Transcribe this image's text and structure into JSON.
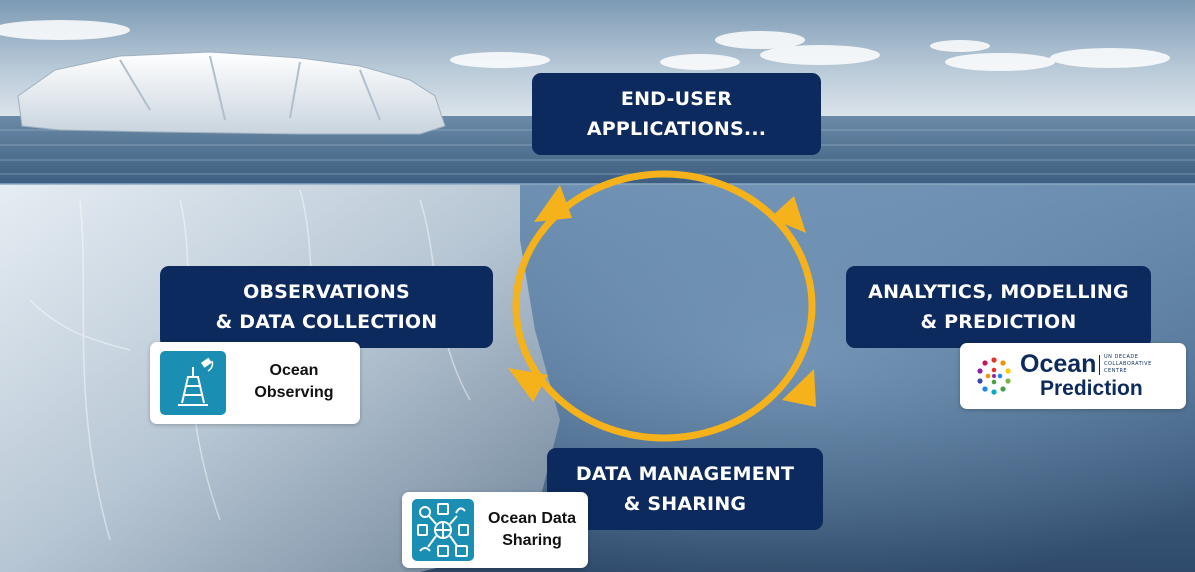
{
  "boxes": {
    "end_user": {
      "line1": "END-USER",
      "line2": "APPLICATIONS..."
    },
    "observations": {
      "line1": "OBSERVATIONS",
      "line2": "& DATA COLLECTION"
    },
    "analytics": {
      "line1": "ANALYTICS, MODELLING",
      "line2": "& PREDICTION"
    },
    "data_management": {
      "line1": "DATA MANAGEMENT",
      "line2": "& SHARING"
    }
  },
  "logos": {
    "ocean_observing": {
      "line1": "Ocean",
      "line2": "Observing"
    },
    "ocean_data_sharing": {
      "line1": "Ocean Data",
      "line2": "Sharing"
    },
    "ocean_prediction": {
      "word1": "Ocean",
      "word2": "Prediction",
      "tagline": [
        "UN DECADE",
        "COLLABORATIVE",
        "CENTRE"
      ]
    }
  },
  "colors": {
    "box_fill": "#0d2a5e",
    "cycle_arrow": "#f5b21a",
    "tile_fill": "#1a8fb3"
  }
}
